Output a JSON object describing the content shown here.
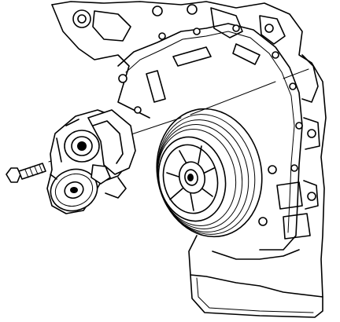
{
  "figure": {
    "type": "line-art exploded-view illustration",
    "colors": {
      "ink": "#000000",
      "paper": "#ffffff"
    },
    "parts": [
      {
        "id": "engine-front-cover",
        "icon": "engine-block-outline"
      },
      {
        "id": "crankshaft-balancer-pulley",
        "icon": "ribbed-pulley"
      },
      {
        "id": "drive-belt-tensioner",
        "icon": "tensioner-assembly"
      },
      {
        "id": "tensioner-bolt",
        "icon": "hex-bolt"
      },
      {
        "id": "alignment-line",
        "icon": "dashed-leader-line"
      }
    ]
  }
}
